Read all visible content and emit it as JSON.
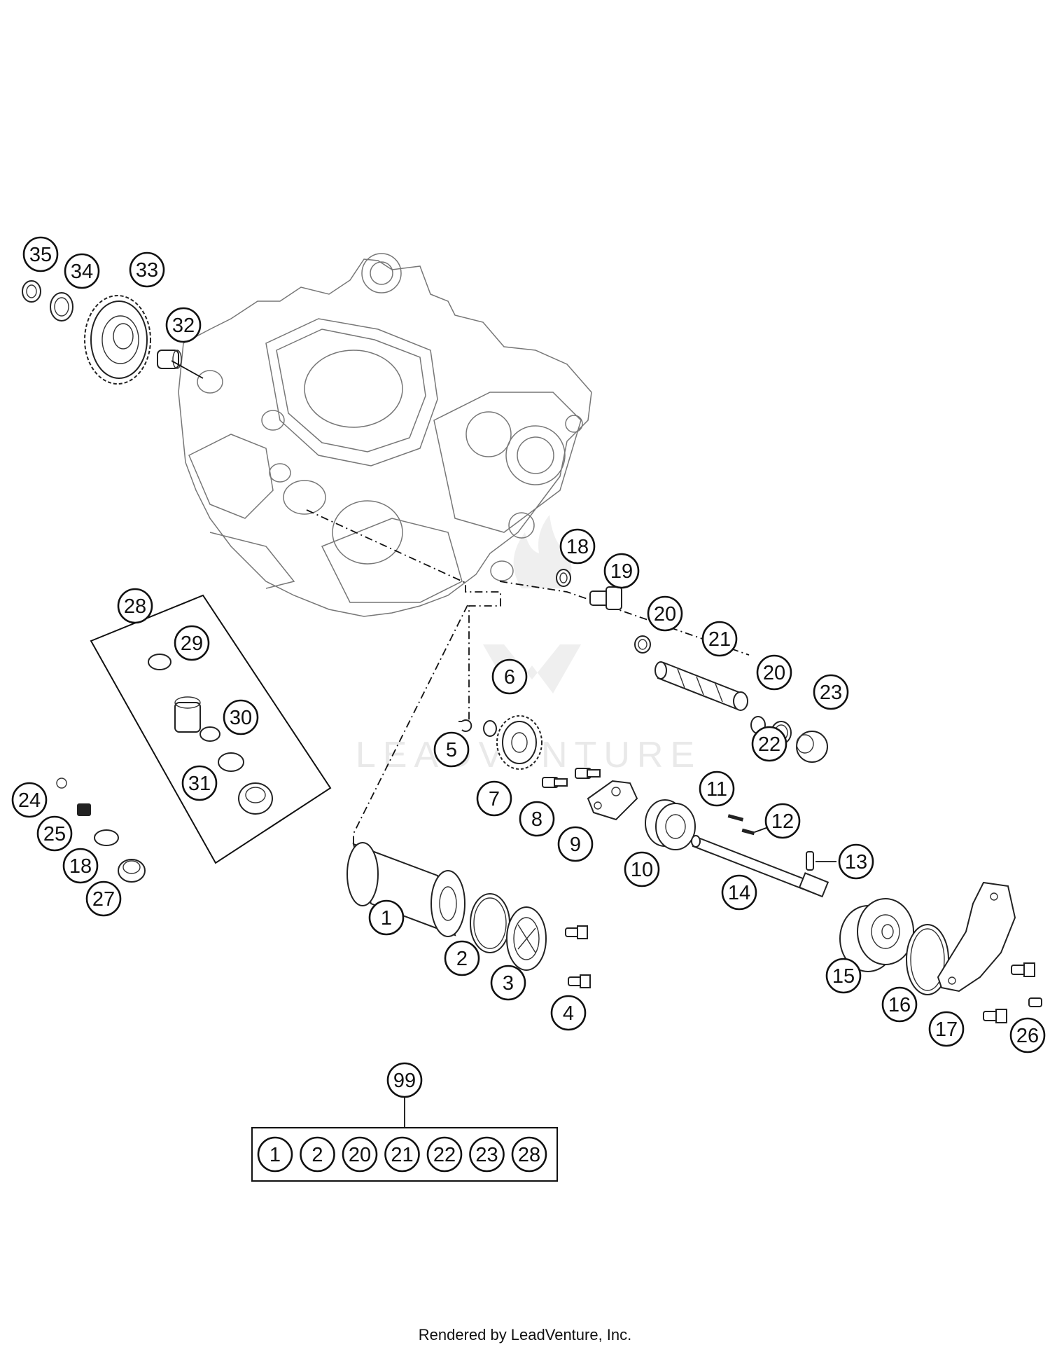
{
  "footer": {
    "text": "Rendered by LeadVenture, Inc."
  },
  "watermark": {
    "text": "LEADVENTURE",
    "color": "#cfcfcf"
  },
  "callouts": [
    "35",
    "34",
    "33",
    "32",
    "18",
    "19",
    "20",
    "21",
    "20",
    "23",
    "22",
    "28",
    "29",
    "30",
    "31",
    "6",
    "5",
    "7",
    "8",
    "9",
    "10",
    "11",
    "12",
    "13",
    "14",
    "24",
    "25",
    "18",
    "27",
    "1",
    "2",
    "3",
    "4",
    "15",
    "16",
    "17",
    "26",
    "99"
  ],
  "kit": {
    "number": "99",
    "items": [
      "1",
      "2",
      "20",
      "21",
      "22",
      "23",
      "28"
    ]
  }
}
